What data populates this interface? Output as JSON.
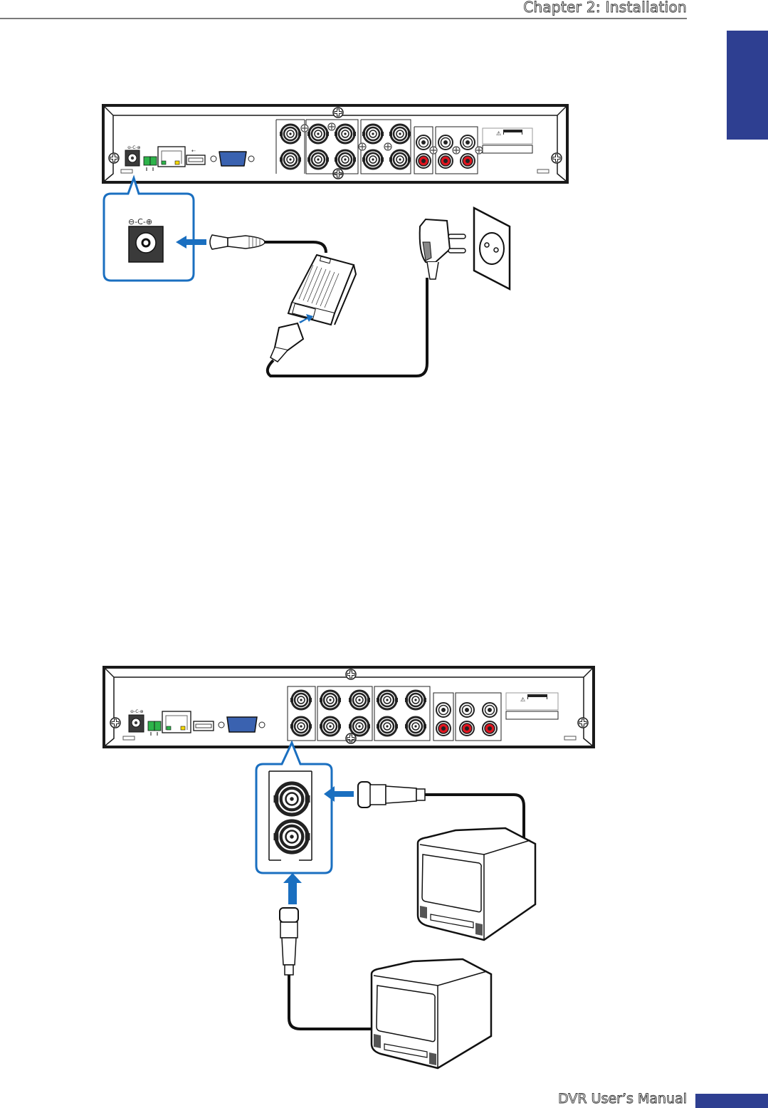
{
  "page": {
    "header": {
      "chapter_title": "Chapter 2: Installation"
    },
    "footer": {
      "manual_title": "DVR User’s Manual"
    },
    "colors": {
      "tab_blue": "#2e3f91",
      "callout_blue": "#1a6fc0",
      "header_rule": "#7a7a7a",
      "vga_blue": "#3a62b0",
      "terminal_green": "#2db34a",
      "led_green": "#2db34a",
      "led_yellow": "#f5d800",
      "rca_red": "#e0141e"
    }
  },
  "figures": [
    {
      "id": "figure-power-connection",
      "description": "DVR rear panel with DC power input callout; power adapter connected to wall outlet",
      "callout_port": "dc-power-input",
      "callout_port_polarity_symbol": "⊖-C-⊕",
      "components": [
        "dvr-rear-panel",
        "dc-power-jack-callout",
        "dc-plug",
        "power-adapter",
        "ac-cord",
        "wall-plug",
        "wall-outlet"
      ]
    },
    {
      "id": "figure-video-output-connection",
      "description": "DVR rear panel with BNC video output callout; two monitors connected with BNC cables",
      "callout_port": "bnc-video-outputs",
      "components": [
        "dvr-rear-panel",
        "bnc-output-callout",
        "bnc-connector-right",
        "bnc-connector-bottom",
        "monitor-1",
        "monitor-2"
      ]
    }
  ]
}
